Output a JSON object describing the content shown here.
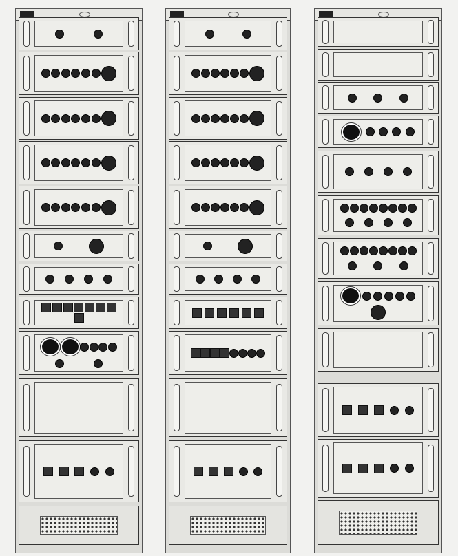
{
  "racks": [
    {
      "name": "rack-left",
      "panels": [
        {
          "type": "knobs",
          "knobs": 2
        },
        {
          "type": "knobs",
          "knobs": 6,
          "big": 1
        },
        {
          "type": "knobs",
          "knobs": 6,
          "big": 1
        },
        {
          "type": "knobs",
          "knobs": 6,
          "big": 1
        },
        {
          "type": "knobs",
          "knobs": 6,
          "big": 1
        },
        {
          "type": "knobs",
          "knobs": 1,
          "big": 1
        },
        {
          "type": "knobs",
          "knobs": 4
        },
        {
          "type": "switches",
          "knobs": 8
        },
        {
          "type": "meters",
          "meters": 2,
          "knobs": 6
        },
        {
          "type": "blank"
        },
        {
          "type": "sockets",
          "sockets": 3,
          "knobs": 2
        },
        {
          "type": "vent"
        }
      ]
    },
    {
      "name": "rack-center",
      "panels": [
        {
          "type": "knobs",
          "knobs": 2
        },
        {
          "type": "knobs",
          "knobs": 6,
          "big": 1
        },
        {
          "type": "knobs",
          "knobs": 6,
          "big": 1
        },
        {
          "type": "knobs",
          "knobs": 6,
          "big": 1
        },
        {
          "type": "knobs",
          "knobs": 6,
          "big": 1
        },
        {
          "type": "knobs",
          "knobs": 1,
          "big": 1
        },
        {
          "type": "knobs",
          "knobs": 4
        },
        {
          "type": "switches",
          "knobs": 6
        },
        {
          "type": "sockets",
          "sockets": 4,
          "knobs": 4
        },
        {
          "type": "blank"
        },
        {
          "type": "sockets",
          "sockets": 3,
          "knobs": 2
        },
        {
          "type": "vent"
        }
      ]
    },
    {
      "name": "rack-right",
      "panels": [
        {
          "type": "blank"
        },
        {
          "type": "blank"
        },
        {
          "type": "knobs",
          "knobs": 3
        },
        {
          "type": "meters",
          "meters": 1,
          "knobs": 4
        },
        {
          "type": "knobs",
          "knobs": 4
        },
        {
          "type": "knobs",
          "knobs": 12
        },
        {
          "type": "knobs",
          "knobs": 11
        },
        {
          "type": "meters",
          "meters": 1,
          "knobs": 5,
          "big": 1
        },
        {
          "type": "blank"
        },
        {
          "type": "sockets",
          "sockets": 3,
          "knobs": 2
        },
        {
          "type": "sockets",
          "sockets": 3,
          "knobs": 2
        },
        {
          "type": "vent"
        }
      ]
    }
  ]
}
